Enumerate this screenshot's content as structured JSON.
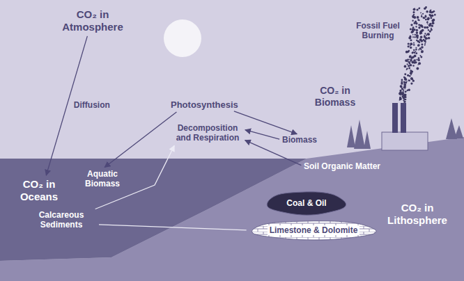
{
  "diagram": {
    "nodes": [
      {
        "text": [
          "CO₂ in Atmosphere"
        ]
      },
      {
        "text": [
          "CO₂ in Oceans"
        ]
      },
      {
        "text": [
          "Photosynthesis"
        ]
      },
      {
        "text": [
          "Decomposition and Respiration"
        ]
      },
      {
        "text": [
          "Biomass"
        ]
      },
      {
        "text": [
          "Soil Organic Matter"
        ]
      },
      {
        "text": [
          "Aquatic Biomass"
        ]
      },
      {
        "text": [
          "Calcareous Sediments"
        ]
      },
      {
        "text": [
          "Coal & Oil"
        ]
      },
      {
        "text": [
          "Limestone & Dolomite"
        ]
      }
    ],
    "edges": [
      {
        "from": 0,
        "to": 1,
        "label": "Diffusion",
        "arrow": "to"
      },
      {
        "from": 2,
        "to": 4,
        "arrow": "to"
      },
      {
        "from": 2,
        "to": 6,
        "arrow": "to"
      },
      {
        "from": 4,
        "to": 3,
        "arrow": "to"
      },
      {
        "from": 5,
        "to": 3,
        "arrow": "to"
      },
      {
        "from": 7,
        "to": 3,
        "arrow": "to"
      },
      {
        "from": 7,
        "to": 9,
        "arrow": "none"
      }
    ],
    "labels": [
      "Fossil Fuel Burning",
      "CO₂ in Biomass",
      "CO₂ in Lithosphere"
    ]
  }
}
